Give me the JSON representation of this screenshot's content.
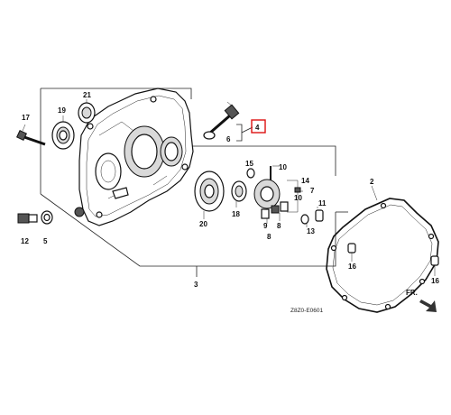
{
  "diagram_code": "Z8Z0-E0601",
  "highlighted_part": "4",
  "labels": {
    "front": "FR."
  },
  "parts": [
    {
      "id": "p17",
      "number": "17"
    },
    {
      "id": "p19",
      "number": "19"
    },
    {
      "id": "p21",
      "number": "21"
    },
    {
      "id": "p6",
      "number": "6"
    },
    {
      "id": "p4",
      "number": "4"
    },
    {
      "id": "p15",
      "number": "15"
    },
    {
      "id": "p10a",
      "number": "10"
    },
    {
      "id": "p7",
      "number": "7"
    },
    {
      "id": "p14",
      "number": "14"
    },
    {
      "id": "p10b",
      "number": "10"
    },
    {
      "id": "p11",
      "number": "11"
    },
    {
      "id": "p20",
      "number": "20"
    },
    {
      "id": "p18",
      "number": "18"
    },
    {
      "id": "p9",
      "number": "9"
    },
    {
      "id": "p8a",
      "number": "8"
    },
    {
      "id": "p8b",
      "number": "8"
    },
    {
      "id": "p13",
      "number": "13"
    },
    {
      "id": "p12",
      "number": "12"
    },
    {
      "id": "p5",
      "number": "5"
    },
    {
      "id": "p3",
      "number": "3"
    },
    {
      "id": "p2",
      "number": "2"
    },
    {
      "id": "p16a",
      "number": "16"
    },
    {
      "id": "p16b",
      "number": "16"
    }
  ]
}
